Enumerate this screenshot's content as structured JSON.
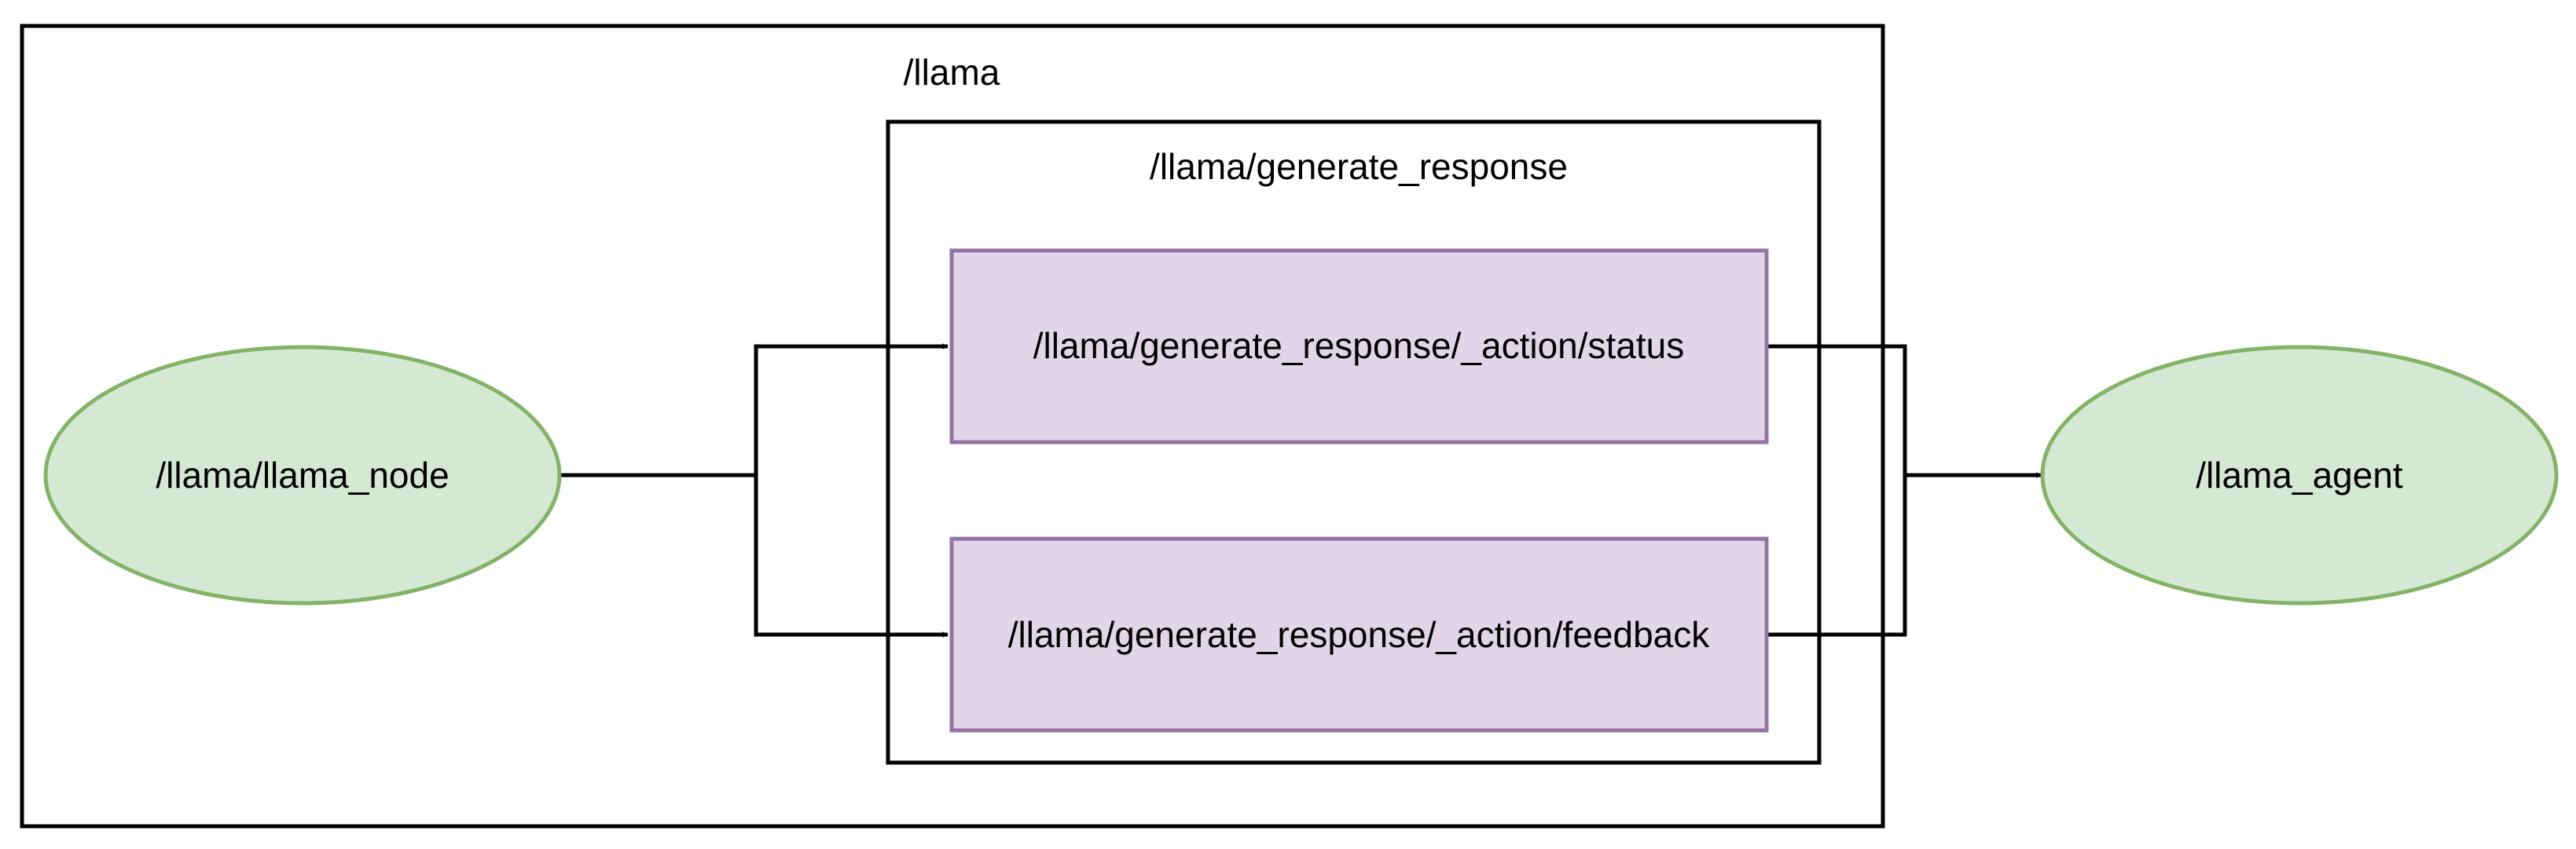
{
  "groups": {
    "outer": {
      "label": "/llama"
    },
    "inner": {
      "label": "/llama/generate_response"
    }
  },
  "nodes": {
    "source": {
      "label": "/llama/llama_node"
    },
    "target": {
      "label": "/llama_agent"
    }
  },
  "topics": {
    "status": {
      "label": "/llama/generate_response/_action/status"
    },
    "feedback": {
      "label": "/llama/generate_response/_action/feedback"
    }
  },
  "colors": {
    "node_fill": "#d5e8d4",
    "node_stroke": "#82b366",
    "topic_fill": "#e1d5e7",
    "topic_stroke": "#9673a6",
    "line": "#000000"
  }
}
